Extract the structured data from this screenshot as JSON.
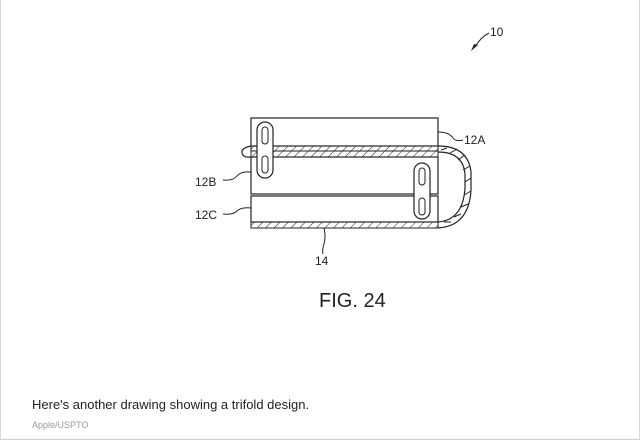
{
  "figure": {
    "title": "FIG. 24",
    "labels": {
      "ref_10": "10",
      "ref_12a": "12A",
      "ref_12b": "12B",
      "ref_12c": "12C",
      "ref_14": "14"
    },
    "line_color": "#222222"
  },
  "caption": {
    "text": "Here's another drawing showing a trifold design.",
    "credit": "Apple/USPTO"
  }
}
